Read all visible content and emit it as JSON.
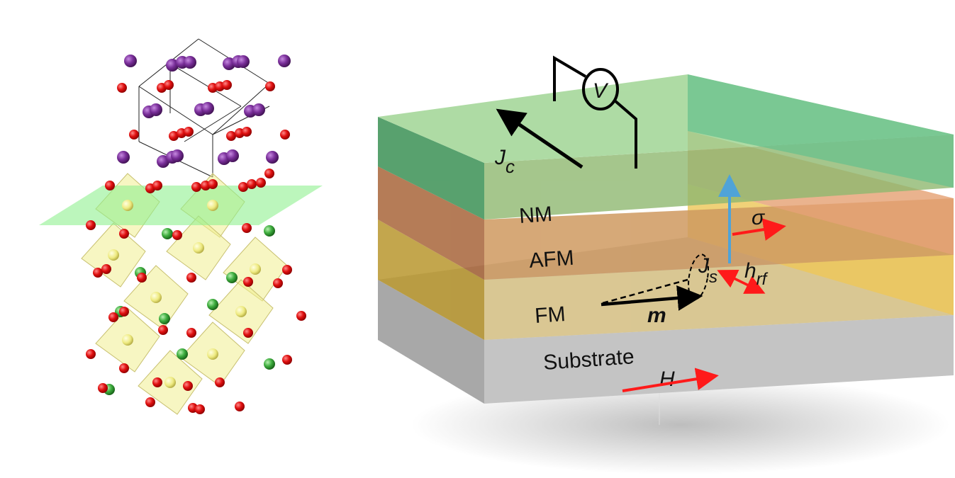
{
  "layers": {
    "nm": {
      "label": "NM",
      "color": "#7dc47a"
    },
    "afm": {
      "label": "AFM",
      "color": "#d98a4a"
    },
    "fm": {
      "label": "FM",
      "color": "#e3c25a"
    },
    "substrate": {
      "label": "Substrate",
      "color": "#b9b9b9"
    }
  },
  "symbols": {
    "voltmeter": "V",
    "charge_current": "J",
    "charge_current_sub": "c",
    "spin_current": "J",
    "spin_current_sub": "s",
    "magnetization": "m",
    "spin_polarization": "σ",
    "rf_field": "h",
    "rf_field_sub": "rf",
    "external_field": "H"
  },
  "colors": {
    "oxygen": "#e01010",
    "a_site": "#7a2f9a",
    "b_site": "#f0ee90",
    "dopant": "#3fae3f",
    "plane": "#90f090",
    "arrow_red": "#ff1a1a",
    "arrow_blue": "#4fa3d8"
  }
}
